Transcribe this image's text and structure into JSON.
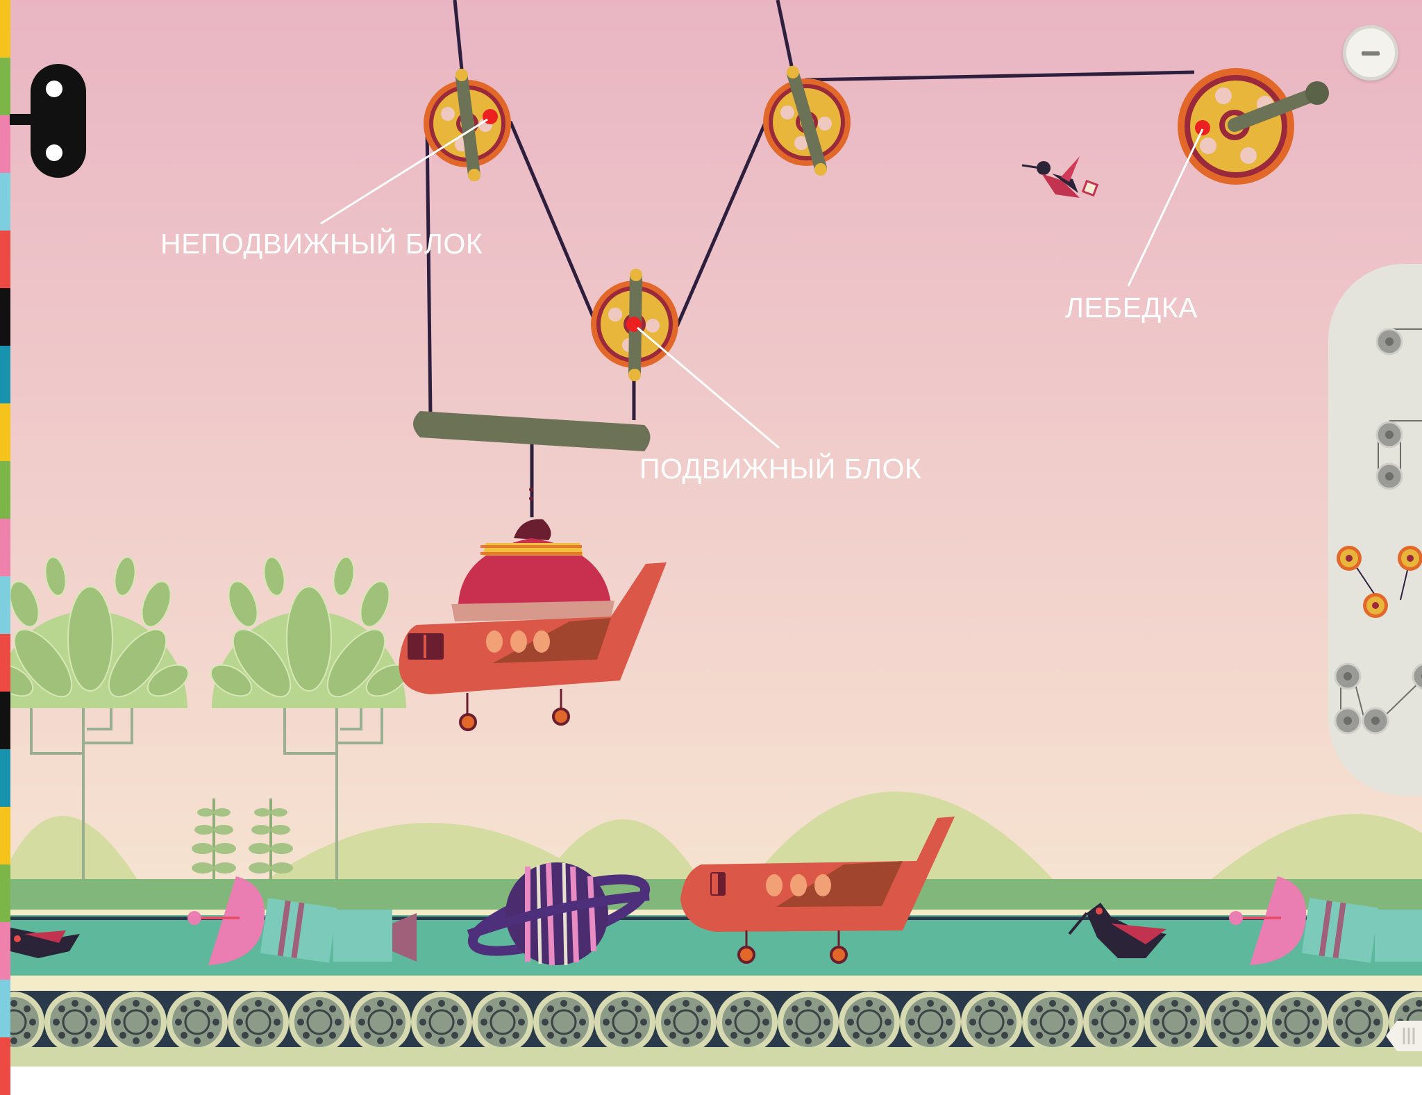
{
  "labels": {
    "fixed_pulley": "НЕПОДВИЖНЫЙ БЛОК",
    "movable_pulley": "ПОДВИЖНЫЙ БЛОК",
    "winch": "ЛЕБЕДКА"
  },
  "toolbar": {
    "wind_key_icon": "wind-up-key-icon",
    "zoom_out_icon": "minus-icon"
  },
  "palette": {
    "items": [
      {
        "id": "single-pulley",
        "icon": "single-pulley-icon",
        "active": false
      },
      {
        "id": "double-pulley",
        "icon": "double-pulley-icon",
        "active": false
      },
      {
        "id": "triple-pulley",
        "icon": "triple-pulley-icon",
        "active": true
      },
      {
        "id": "four-pulley",
        "icon": "four-pulley-icon",
        "active": false
      }
    ]
  },
  "colors": {
    "sky_top": "#e9b5c3",
    "sky_bottom": "#f7ead2",
    "pulley_outer": "#e2682a",
    "pulley_inner": "#e7b63a",
    "rope": "#2d1f3d",
    "label_text": "#ffffff",
    "road": "#5db89c",
    "plane": "#db5748",
    "tree": "#b9d690"
  },
  "side_stripe": [
    "#f6c31c",
    "#7cb548",
    "#ee82ad",
    "#7dcfe0",
    "#ee4a44",
    "#111111",
    "#1893ae",
    "#f6c31c",
    "#7cb548",
    "#ee82ad",
    "#7dcfe0",
    "#ee4a44",
    "#111111",
    "#1893ae",
    "#f6c31c",
    "#7cb548",
    "#ee82ad",
    "#7dcfe0",
    "#ee4a44"
  ]
}
